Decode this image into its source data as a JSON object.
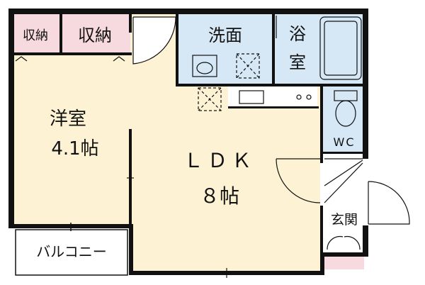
{
  "colors": {
    "storage": "#f7d9e0",
    "wet": "#d6e8f6",
    "room": "#fdf3d4",
    "wall": "#111111",
    "white": "#ffffff"
  },
  "rooms": {
    "storage_left": "収納",
    "storage_right": "収納",
    "washroom": "洗面",
    "bath_line1": "浴",
    "bath_line2": "室",
    "western_line1": "洋室",
    "western_line2": "4.1帖",
    "ldk_line1": "ＬＤＫ",
    "ldk_line2": "８帖",
    "toilet": "WC",
    "entrance": "玄関",
    "balcony": "バルコニー"
  },
  "icons": [
    "washbasin-icon",
    "bathtub-icon",
    "toilet-icon",
    "kitchen-sink-icon",
    "washer-pan-icon",
    "fridge-space-icon"
  ]
}
